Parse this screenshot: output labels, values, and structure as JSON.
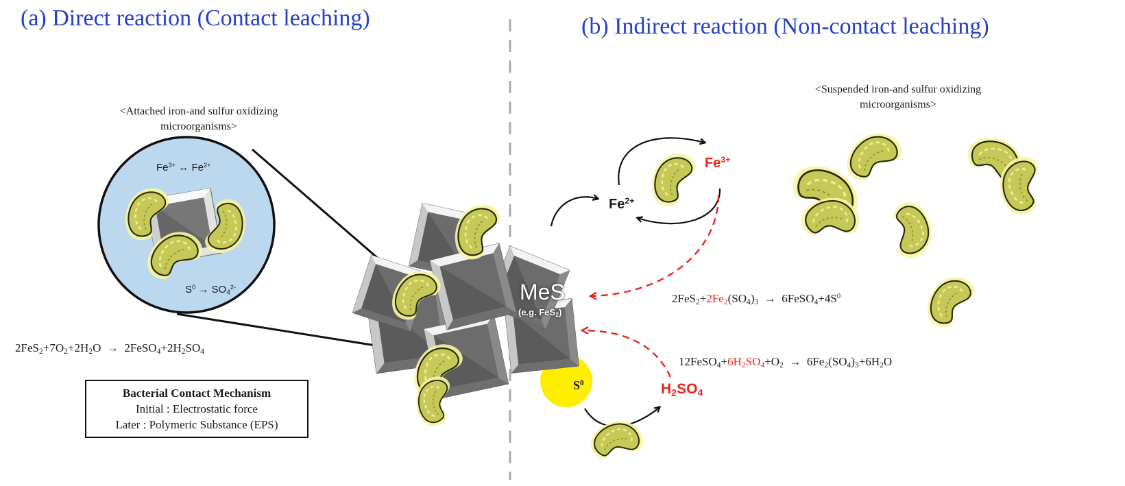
{
  "titles": {
    "a": "(a) Direct reaction (Contact leaching)",
    "b": "(b) Indirect reaction (Non-contact leaching)"
  },
  "captions": {
    "attached_line1": "<Attached iron-and sulfur oxidizing",
    "attached_line2": "microorganisms>",
    "suspended_line1": "<Suspended iron-and sulfur oxidizing",
    "suspended_line2": "microorganisms>"
  },
  "inset": {
    "fe_eq": {
      "fe1": "Fe",
      "fe1_sup": "3+",
      "arrow": " ↔ ",
      "fe2": "Fe",
      "fe2_sup": "2+"
    },
    "s_eq": {
      "s": "S",
      "s_sup": "0",
      "arrow": " → ",
      "so": "SO",
      "so_sub": "4",
      "so_sup": "2-"
    }
  },
  "equations": {
    "direct": {
      "p1": "2FeS",
      "s1": "2",
      "p2": "+7O",
      "s2": "2",
      "p3": "+2H",
      "s3": "2",
      "p4": "O  →  2FeSO",
      "s4": "4",
      "p5": "+2H",
      "s5": "2",
      "p6": "SO",
      "s6": "4"
    },
    "ferric": {
      "p1": "2FeS",
      "s1": "2",
      "p2": "+",
      "r1": "2Fe",
      "rs1": "2",
      "p3": "(SO",
      "s3": "4",
      "p4": ")",
      "s4": "3",
      "p5": "  →  6FeSO",
      "s5": "4",
      "p6": "+4S",
      "sup6": "0"
    },
    "acid": {
      "p1": "12FeSO",
      "s1": "4",
      "p2": "+",
      "r1": "6H",
      "rs1": "2",
      "r2": "SO",
      "rs2": "4",
      "p3": "+O",
      "s3": "2",
      "p4": "  →  6Fe",
      "s4": "2",
      "p5": "(SO",
      "s5": "4",
      "p6": ")",
      "s6": "3",
      "p7": "+6H",
      "s7": "2",
      "p8": "O"
    }
  },
  "mechanism": {
    "title": "Bacterial Contact Mechanism",
    "line1": "Initial : Electrostatic force",
    "line2": "Later : Polymeric Substance (EPS)"
  },
  "labels": {
    "fe2": "Fe",
    "fe2_sup": "2+",
    "fe3": "Fe",
    "fe3_sup": "3+",
    "mes": "MeS",
    "mes_eg": "(e.g. FeS",
    "mes_eg_sub": "2",
    "mes_eg_end": ")",
    "s0": "S",
    "s0_sup": "0",
    "h2so4_a": "H",
    "h2so4_s1": "2",
    "h2so4_b": "SO",
    "h2so4_s2": "4"
  },
  "colors": {
    "title": "#2340c8",
    "highlight": "#e3241b",
    "bacteria_fill": "#c9cc5a",
    "bacteria_halo": "#f3f39a",
    "inset_bg": "#bcd8ee",
    "sulfur": "#ffee00"
  },
  "icons": [
    "bacterium-icon",
    "mineral-cube-icon",
    "curved-arrow-icon",
    "dashed-arrow-icon"
  ]
}
